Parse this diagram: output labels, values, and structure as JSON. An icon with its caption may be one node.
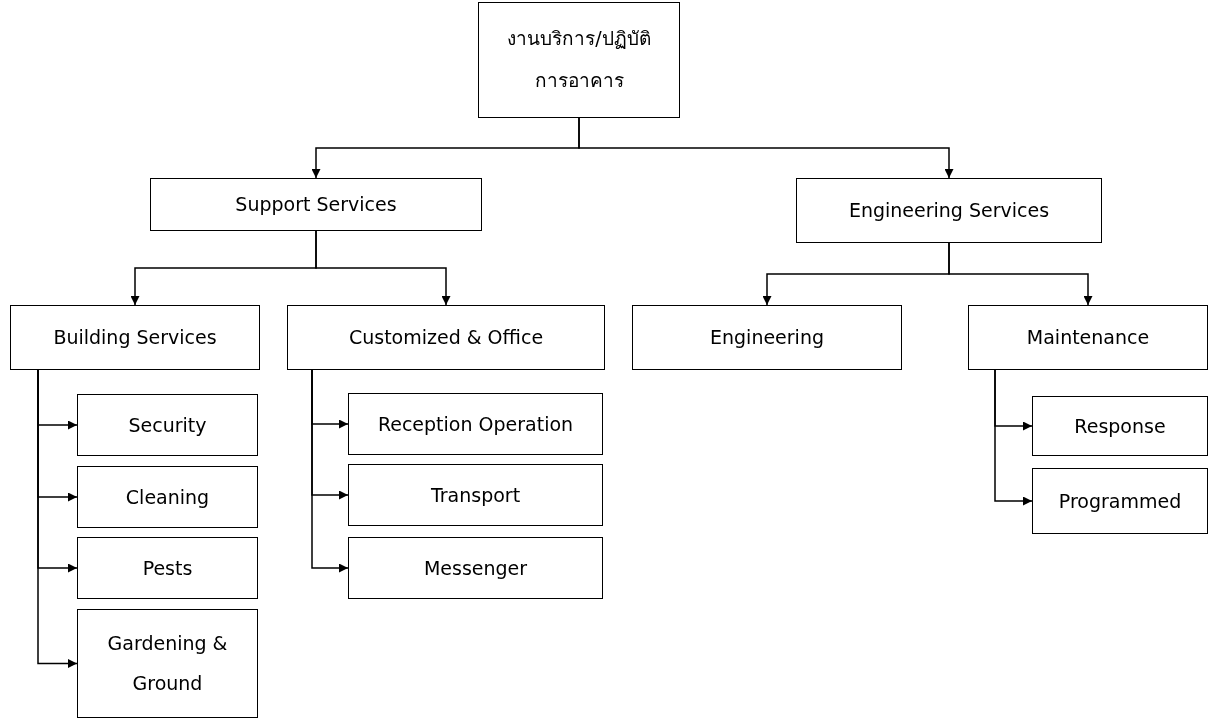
{
  "diagram": {
    "nodes": [
      {
        "text": [
          "งานบริการ/ปฏิบัติการอาคาร"
        ]
      },
      {
        "text": [
          "Support Services"
        ]
      },
      {
        "text": [
          "Engineering Services"
        ]
      },
      {
        "text": [
          "Building Services"
        ]
      },
      {
        "text": [
          "Customized & Office"
        ]
      },
      {
        "text": [
          "Engineering"
        ]
      },
      {
        "text": [
          "Maintenance"
        ]
      },
      {
        "text": [
          "Security"
        ]
      },
      {
        "text": [
          "Cleaning"
        ]
      },
      {
        "text": [
          "Pests"
        ]
      },
      {
        "text": [
          "Gardening & Ground"
        ]
      },
      {
        "text": [
          "Reception Operation"
        ]
      },
      {
        "text": [
          "Transport"
        ]
      },
      {
        "text": [
          "Messenger"
        ]
      },
      {
        "text": [
          "Response"
        ]
      },
      {
        "text": [
          "Programmed"
        ]
      }
    ],
    "edges": [
      {
        "from": 0,
        "to": 1,
        "arrow": "to"
      },
      {
        "from": 0,
        "to": 2,
        "arrow": "to"
      },
      {
        "from": 1,
        "to": 3,
        "arrow": "to"
      },
      {
        "from": 1,
        "to": 4,
        "arrow": "to"
      },
      {
        "from": 2,
        "to": 5,
        "arrow": "to"
      },
      {
        "from": 2,
        "to": 6,
        "arrow": "to"
      },
      {
        "from": 3,
        "to": 7,
        "arrow": "to"
      },
      {
        "from": 3,
        "to": 8,
        "arrow": "to"
      },
      {
        "from": 3,
        "to": 9,
        "arrow": "to"
      },
      {
        "from": 3,
        "to": 10,
        "arrow": "to"
      },
      {
        "from": 4,
        "to": 11,
        "arrow": "to"
      },
      {
        "from": 4,
        "to": 12,
        "arrow": "to"
      },
      {
        "from": 4,
        "to": 13,
        "arrow": "to"
      },
      {
        "from": 6,
        "to": 14,
        "arrow": "to"
      },
      {
        "from": 6,
        "to": 15,
        "arrow": "to"
      }
    ]
  }
}
